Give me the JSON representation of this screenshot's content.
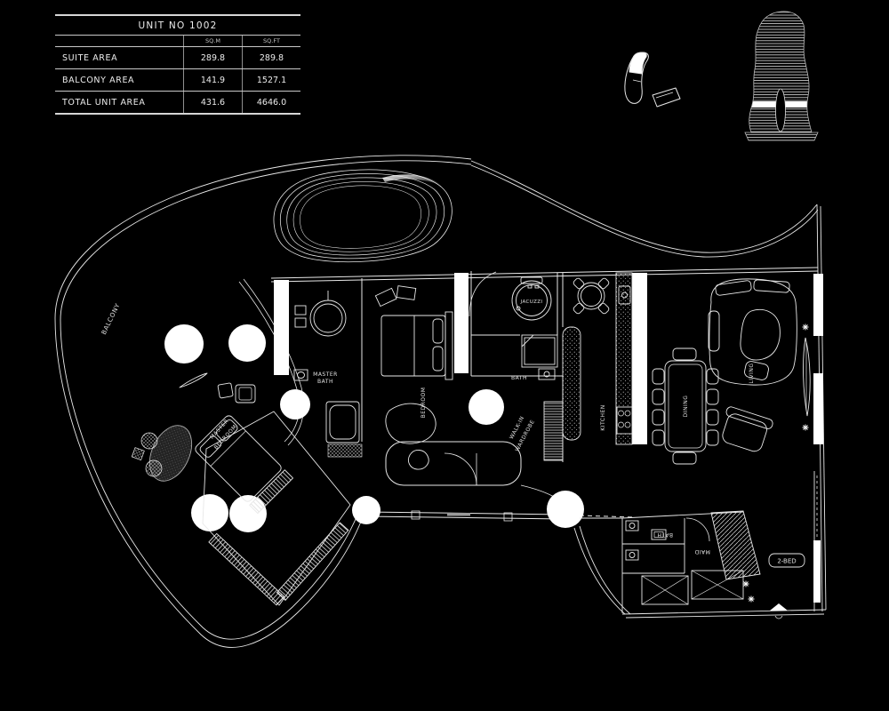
{
  "colors": {
    "background": "#000000",
    "line": "#eeeeee",
    "text": "#e2e2e2",
    "wall_fill": "#ffffff"
  },
  "area_table": {
    "title": "UNIT NO 1002",
    "col_headers": [
      "SQ.M",
      "SQ.FT"
    ],
    "rows": [
      {
        "label": "SUITE AREA",
        "sqm": "289.8",
        "sqft": "289.8"
      },
      {
        "label": "BALCONY AREA",
        "sqm": "141.9",
        "sqft": "1527.1"
      },
      {
        "label": "TOTAL UNIT AREA",
        "sqm": "431.6",
        "sqft": "4646.0"
      }
    ]
  },
  "plan_labels": {
    "balcony": "BALCONY",
    "master_bath_line1": "MASTER",
    "master_bath_line2": "BATH",
    "bedroom": "BEDROOM",
    "bath": "BATH",
    "walk_in_line1": "WALK-IN",
    "walk_in_line2": "WARDROBE",
    "kitchen": "KITCHEN",
    "dining": "DINING",
    "living": "LIVING",
    "jacuzzi": "JACUZZI",
    "master_bedroom_line1": "MASTER",
    "master_bedroom_line2": "BEDROOM",
    "maid": "MAID",
    "maid_bath": "BATH",
    "bed2": "2-BED"
  }
}
